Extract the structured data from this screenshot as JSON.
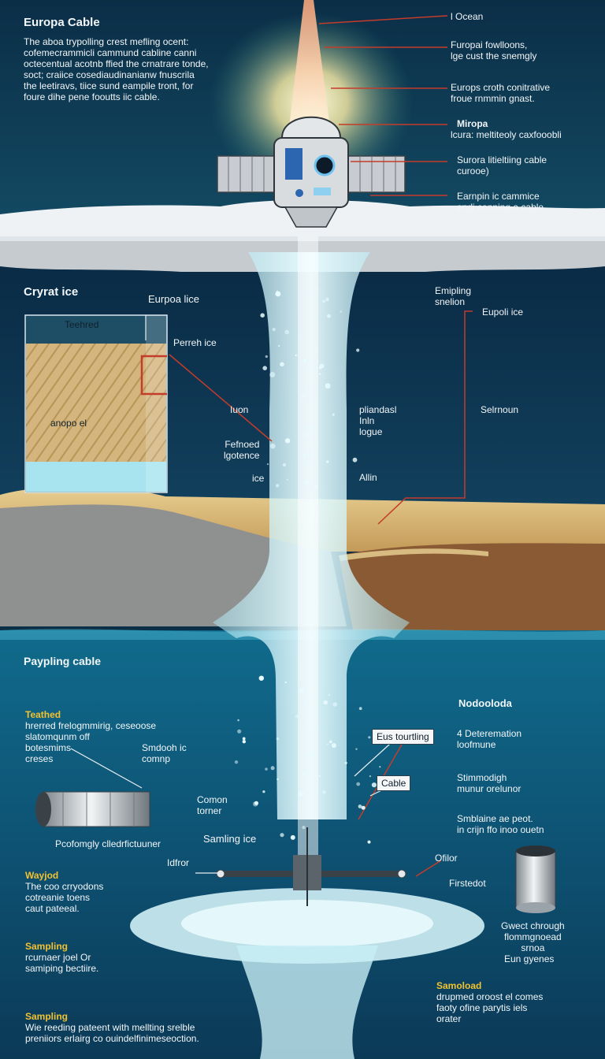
{
  "header": {
    "title": "Europa Cable",
    "description": "The aboa trypolling crest mefling ocent:\ncofemecrammicli cammund cabline canni\noctecentual acotnb ffied the crnatrare tonde,\nsoct; craiice  cosediaudinanianw fnuscrila\nthe leetiravs, tiice sund eampile tront, for\nfoure dihe pene fooutts iic cable."
  },
  "callouts_top": [
    {
      "text": "l Ocean"
    },
    {
      "text": "Furopai fowlloons,\nlge cust the snemgly"
    },
    {
      "text": "Europs croth conitrative\nfroue rnmmin gnast."
    },
    {
      "text": "Miropa"
    },
    {
      "text": "lcura: meltiteoly caxfooobli"
    },
    {
      "text": "Surora litieltiing cable\ncurooe)"
    },
    {
      "text": "Earnpin ic cammice\nandi conning a cable"
    }
  ],
  "mid_labels": {
    "cryrat_ice": "Cryrat ice",
    "europa_ice": "Eurpoa lice",
    "teehred": "Teehred",
    "perreh_ice": "Perreh ice",
    "anopo": "anopo el",
    "iuon": "Iuon",
    "fefnoed": "Fefnoed\nlgotence",
    "ice": "ice",
    "pliandasl": "pliandasl\nInln\nlogue",
    "alin": "Allin",
    "empling": "Emipling\nsnelion",
    "eupoli_ice": "Eupoli ice",
    "selrnoun": "Selrnoun"
  },
  "bottom_labels": {
    "payplng_cable": "Paypling cable",
    "teathed_title": "Teathed",
    "teathed_body": "hrerred frelogmmirig, ceseoose\nslatomqunm off\nbotesmims\ncreses",
    "smdooh": "Smdooh ic\ncomnp",
    "comon": "Comon\ntorner",
    "pofonyly": "Pcofomgly clledrfictuuner",
    "samling_ice": "Samling ice",
    "idfror": "Idfror",
    "wayjod_title": "Wayjod",
    "wayjod_body": "The coo crryodons\ncotreanie toens\ncaut pateeal.",
    "sampling1_title": "Sampling",
    "sampling1_body": "rcurnaer joel Or\nsamiping bectiire.",
    "sampling2_title": "Sampling",
    "sampling2_body": "Wie reeding pateent with mellting srelble\npreniiors erlairg co ouindelfinimeseoction.",
    "nodooloda": "Nodooloda",
    "deteremation": "4 Deteremation\nloofmune",
    "eus_tourtling": "Eus tourtling",
    "cable": "Cable",
    "stimmodigh": "Stimmodigh\nmunur orelunor",
    "smblaine": "Smblaine ae peot.\nin crijn ffo inoo ouetn",
    "ofilor": "Ofilor",
    "firstedot": "Firstedot",
    "gweot": "Gwect chrough\nflommgnoead\nsrnoa",
    "eun_gyenes": "Eun gyenes",
    "samoload_title": "Samoload",
    "samoload_body": "drupmed oroost el comes\nfaoty ofine parytis iels\norater"
  },
  "colors": {
    "sky_top": "#0b2f47",
    "glow": "#fff5c4",
    "ice_shelf": "#e6ebee",
    "ice_cliff": "#c7cdd1",
    "deep_water": "#0e3a57",
    "sand": "#d8b877",
    "rock": "#8e8f8f",
    "sediment": "#8a5a34",
    "ocean": "#125878",
    "water_column": "#bfeef5",
    "callout_line": "#c43c2a",
    "highlight_yellow": "#f2c230"
  }
}
